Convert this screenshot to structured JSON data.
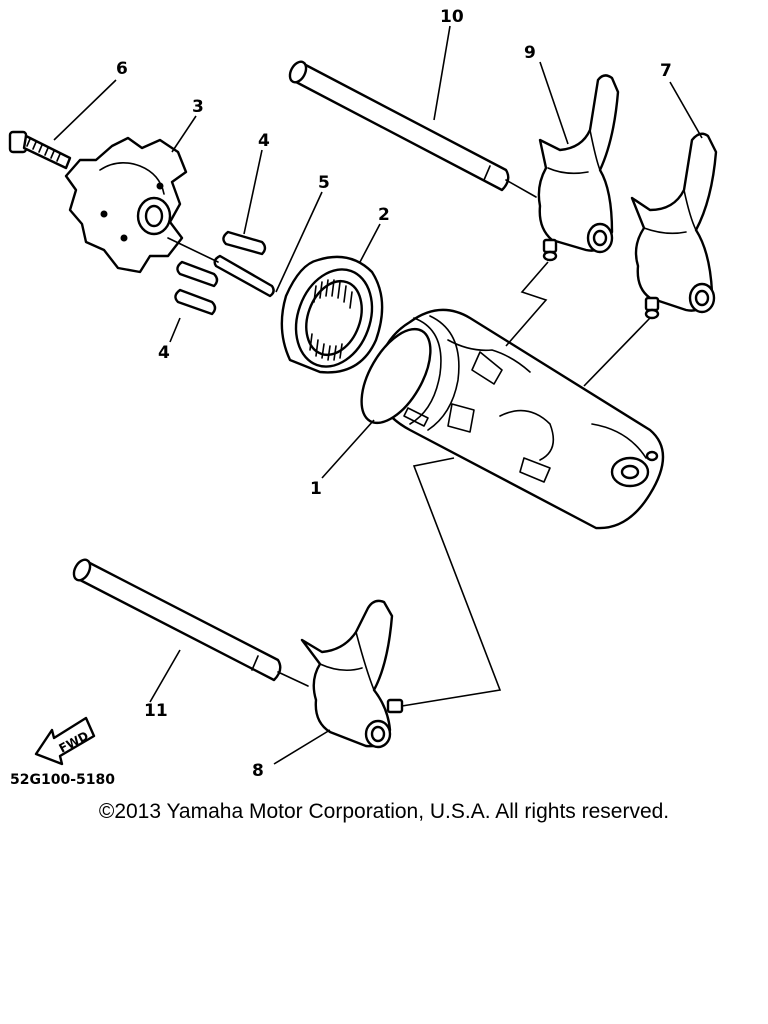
{
  "callouts": {
    "c1": "1",
    "c2": "2",
    "c3": "3",
    "c4a": "4",
    "c4b": "4",
    "c5": "5",
    "c6": "6",
    "c7": "7",
    "c8": "8",
    "c9": "9",
    "c10": "10",
    "c11": "11"
  },
  "fwd_label": "FWD",
  "diagram_code": "52G100-5180",
  "copyright": "©2013 Yamaha Motor Corporation, U.S.A. All rights reserved."
}
